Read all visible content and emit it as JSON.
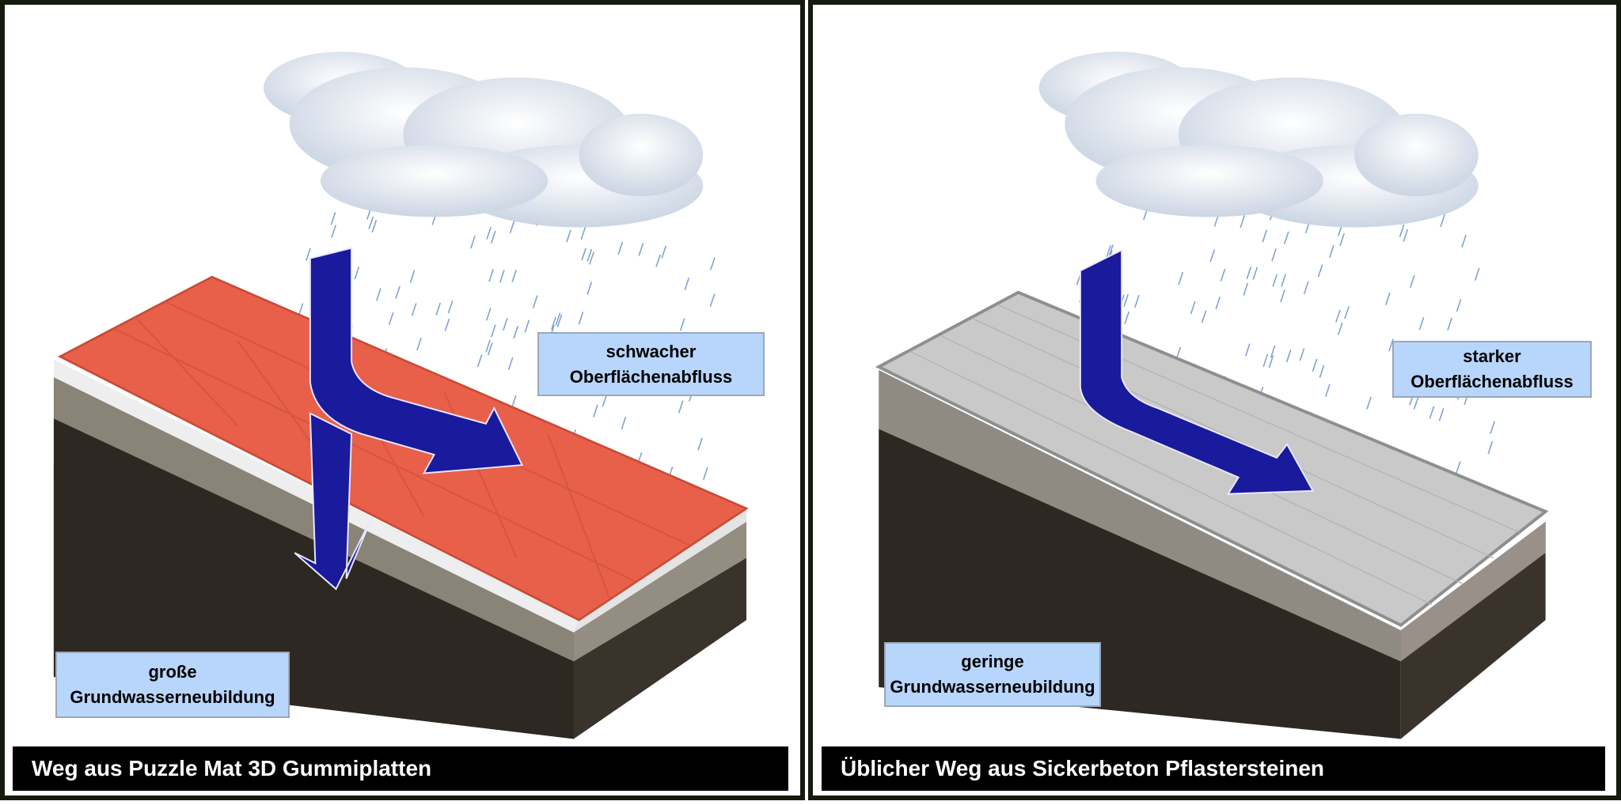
{
  "panels": [
    {
      "caption": "Weg aus Puzzle Mat 3D Gummiplatten",
      "runoff_label": [
        "schwacher",
        "Oberflächenabfluss"
      ],
      "groundwater_label": [
        "große",
        "Grundwasserneubildung"
      ],
      "surface_color": "#e8604a"
    },
    {
      "caption": "Üblicher Weg aus Sickerbeton Pflastersteinen",
      "runoff_label": [
        "starker",
        "Oberflächenabfluss"
      ],
      "groundwater_label": [
        "geringe",
        "Grundwasserneubildung"
      ],
      "surface_color": "#c9c9c9"
    }
  ],
  "colors": {
    "arrow": "#1a1a9c",
    "label_bg": "#b8d6fb",
    "soil": "#2e2822",
    "gravel": "#8a8378"
  }
}
